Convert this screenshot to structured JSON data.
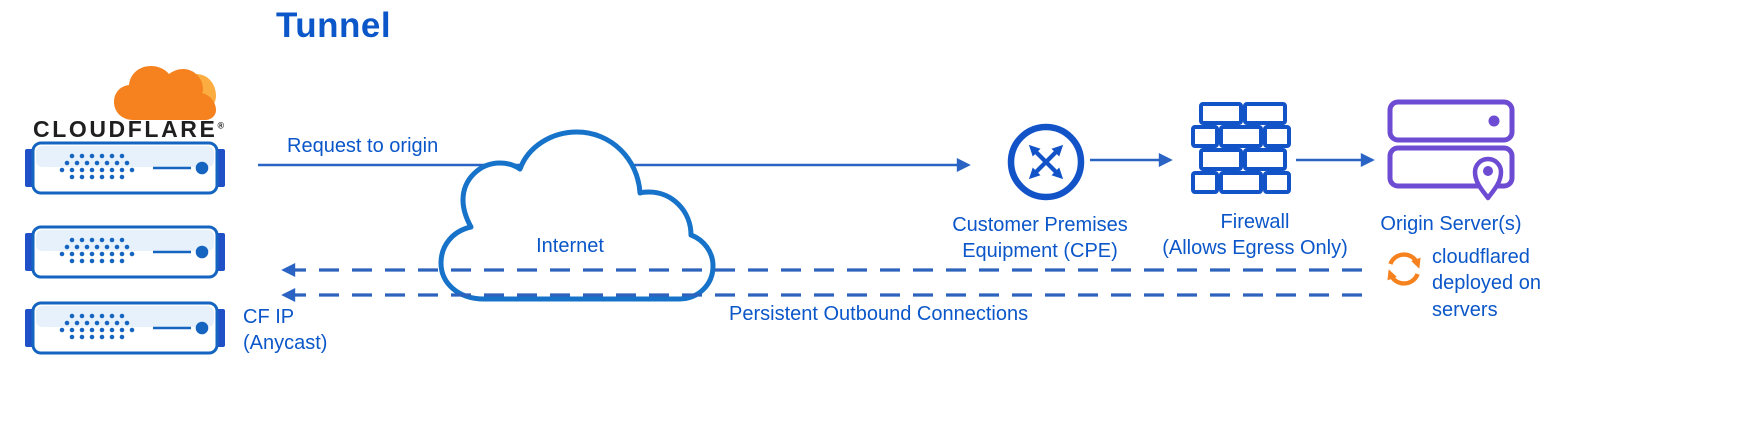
{
  "title": "Tunnel",
  "logo": {
    "wordmark": "CLOUDFLARE",
    "registered": "®"
  },
  "labels": {
    "request": "Request to origin",
    "internet": "Internet",
    "cpe": [
      "Customer Premises",
      "Equipment (CPE)"
    ],
    "firewall": [
      "Firewall",
      "(Allows Egress Only)"
    ],
    "origin": "Origin Server(s)",
    "persistent": "Persistent Outbound Connections",
    "cf_ip": [
      "CF IP",
      "(Anycast)"
    ],
    "cloudflared": [
      "cloudflared",
      "deployed on",
      "servers"
    ]
  },
  "icons": {
    "cloudflare_logo": "orange-cloud-logo",
    "edge_servers": "server-rack-icon",
    "internet": "cloud-outline-icon",
    "cpe": "router-circle-arrows-icon",
    "firewall": "brick-wall-icon",
    "origin": "stacked-servers-with-location-pin-icon",
    "cloudflared": "sync-arrows-icon"
  },
  "colors": {
    "title_blue": "#0b57c9",
    "label_blue": "#0b57c9",
    "arrow_blue": "#2a63c4",
    "dashed_blue": "#2e63bd",
    "icon_blue": "#1353c8",
    "server_blue": "#1565c0",
    "server_ear_blue": "#2050c8",
    "cloud_stroke_blue": "#1673c9",
    "origin_purple": "#6d4bd3",
    "cloudflare_orange": "#f6821f",
    "cloudflare_orange_light": "#fbad41",
    "wordmark_black": "#1f1f1f"
  }
}
